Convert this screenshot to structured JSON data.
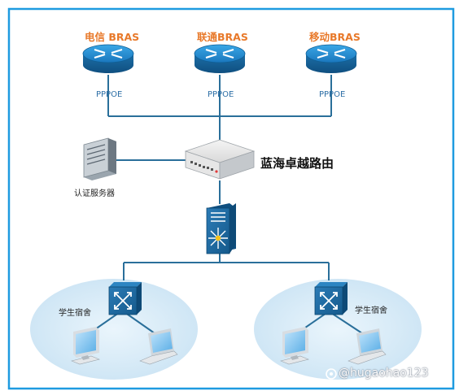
{
  "bras": [
    {
      "label": "电信 BRAS",
      "link": "PPPOE"
    },
    {
      "label": "联通BRAS",
      "link": "PPPOE"
    },
    {
      "label": "移动BRAS",
      "link": "PPPOE"
    }
  ],
  "core_router": {
    "label": "蓝海卓越路由"
  },
  "auth_server": {
    "label": "认证服务器"
  },
  "dorms": [
    {
      "label": "学生宿舍"
    },
    {
      "label": "学生宿舍"
    }
  ],
  "watermark": "@hugaohao123",
  "colors": {
    "frame": "#1e9be0",
    "accent": "#e8792a",
    "device": "#1f5f8f",
    "line": "#2a6f9a"
  }
}
